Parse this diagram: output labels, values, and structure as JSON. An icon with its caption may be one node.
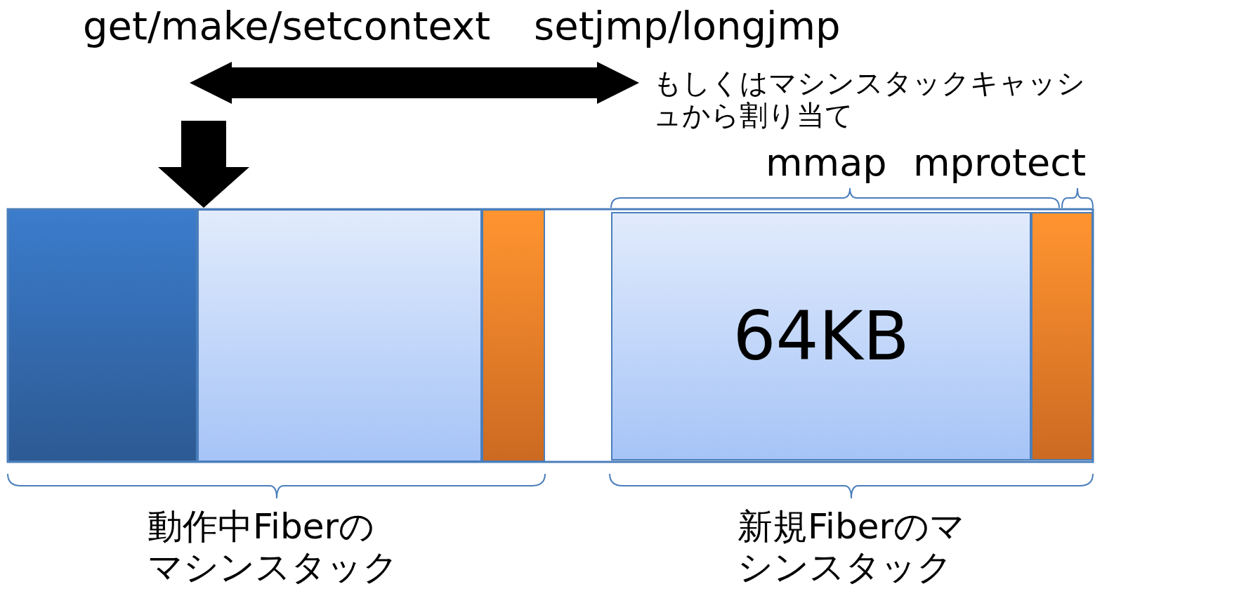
{
  "diagram": {
    "nodes": [
      {
        "text": [],
        "shape": "box"
      },
      {
        "text": [],
        "shape": "box"
      },
      {
        "text": [],
        "shape": "box"
      },
      {
        "text": [
          "64KB"
        ]
      },
      {
        "text": [],
        "shape": "box"
      }
    ],
    "labels": [
      "get/make/setcontext",
      "setjmp/longjmp",
      "もしくはマシンスタックキャッシュから割り当て",
      "mmap",
      "mprotect",
      "動作中Fiberのマシンスタック",
      "新規Fiberのマシンスタック"
    ]
  }
}
